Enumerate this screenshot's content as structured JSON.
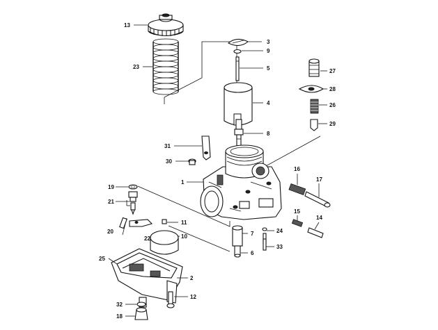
{
  "callouts": [
    {
      "id": "c13",
      "text": "13"
    },
    {
      "id": "c23",
      "text": "23"
    },
    {
      "id": "c3",
      "text": "3"
    },
    {
      "id": "c9",
      "text": "9"
    },
    {
      "id": "c5",
      "text": "5"
    },
    {
      "id": "c4",
      "text": "4"
    },
    {
      "id": "c8",
      "text": "8"
    },
    {
      "id": "c27",
      "text": "27"
    },
    {
      "id": "c28",
      "text": "28"
    },
    {
      "id": "c26",
      "text": "26"
    },
    {
      "id": "c29",
      "text": "29"
    },
    {
      "id": "c31",
      "text": "31"
    },
    {
      "id": "c30",
      "text": "30"
    },
    {
      "id": "c1",
      "text": "1"
    },
    {
      "id": "c19",
      "text": "19"
    },
    {
      "id": "c21",
      "text": "21"
    },
    {
      "id": "c20",
      "text": "20"
    },
    {
      "id": "c22",
      "text": "22"
    },
    {
      "id": "c11",
      "text": "11"
    },
    {
      "id": "c10",
      "text": "10"
    },
    {
      "id": "c16",
      "text": "16"
    },
    {
      "id": "c17",
      "text": "17"
    },
    {
      "id": "c15",
      "text": "15"
    },
    {
      "id": "c14",
      "text": "14"
    },
    {
      "id": "c7",
      "text": "7"
    },
    {
      "id": "c24",
      "text": "24"
    },
    {
      "id": "c33",
      "text": "33"
    },
    {
      "id": "c6",
      "text": "6"
    },
    {
      "id": "c25",
      "text": "25"
    },
    {
      "id": "c2",
      "text": "2"
    },
    {
      "id": "c12",
      "text": "12"
    },
    {
      "id": "c32",
      "text": "32"
    },
    {
      "id": "c18",
      "text": "18"
    }
  ]
}
